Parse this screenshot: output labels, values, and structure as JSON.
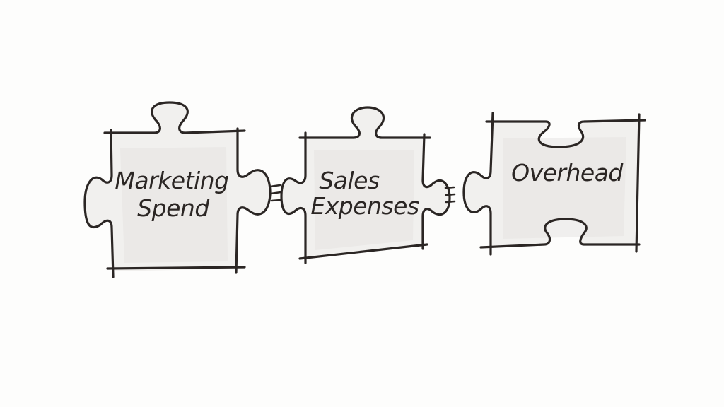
{
  "diagram": {
    "pieces": [
      {
        "id": "marketing",
        "lines": [
          "Marketing",
          "Spend"
        ]
      },
      {
        "id": "sales",
        "lines": [
          "Sales",
          "Expenses"
        ]
      },
      {
        "id": "overhead",
        "lines": [
          "Overhead"
        ]
      }
    ]
  },
  "colors": {
    "ink": "#2b2624",
    "piece_fill": "#f1f0ee",
    "background": "#fdfdfc"
  }
}
